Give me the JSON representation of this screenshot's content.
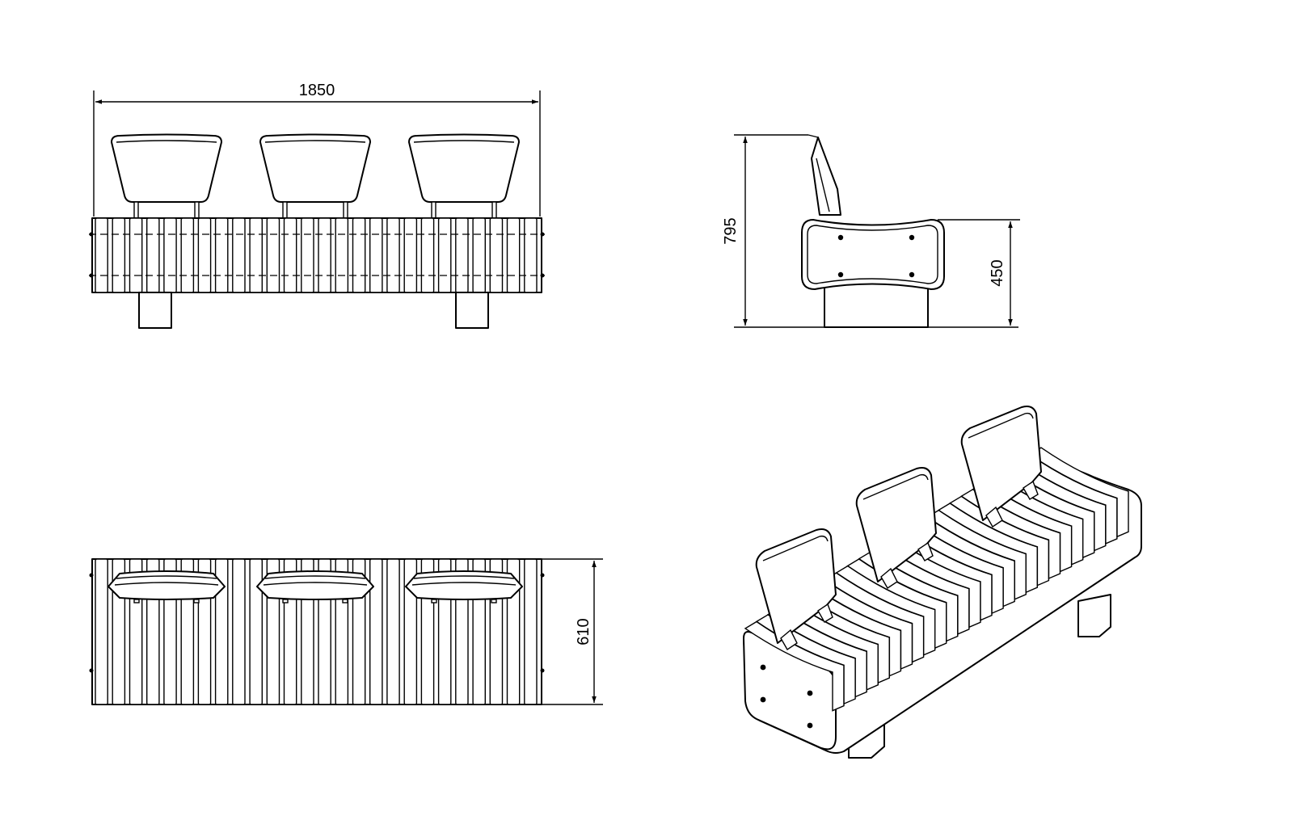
{
  "dimensions": {
    "front_width": "1850",
    "side_total_height": "795",
    "side_seat_height": "450",
    "plan_depth": "610"
  },
  "views": {
    "front": {
      "seat_backs": 3,
      "slats": 26,
      "legs": 2
    },
    "side": {
      "bolts": 4
    },
    "plan": {
      "seat_backs": 3,
      "slats": 26
    },
    "isometric": {
      "seat_backs": 3,
      "slats": 26
    }
  }
}
